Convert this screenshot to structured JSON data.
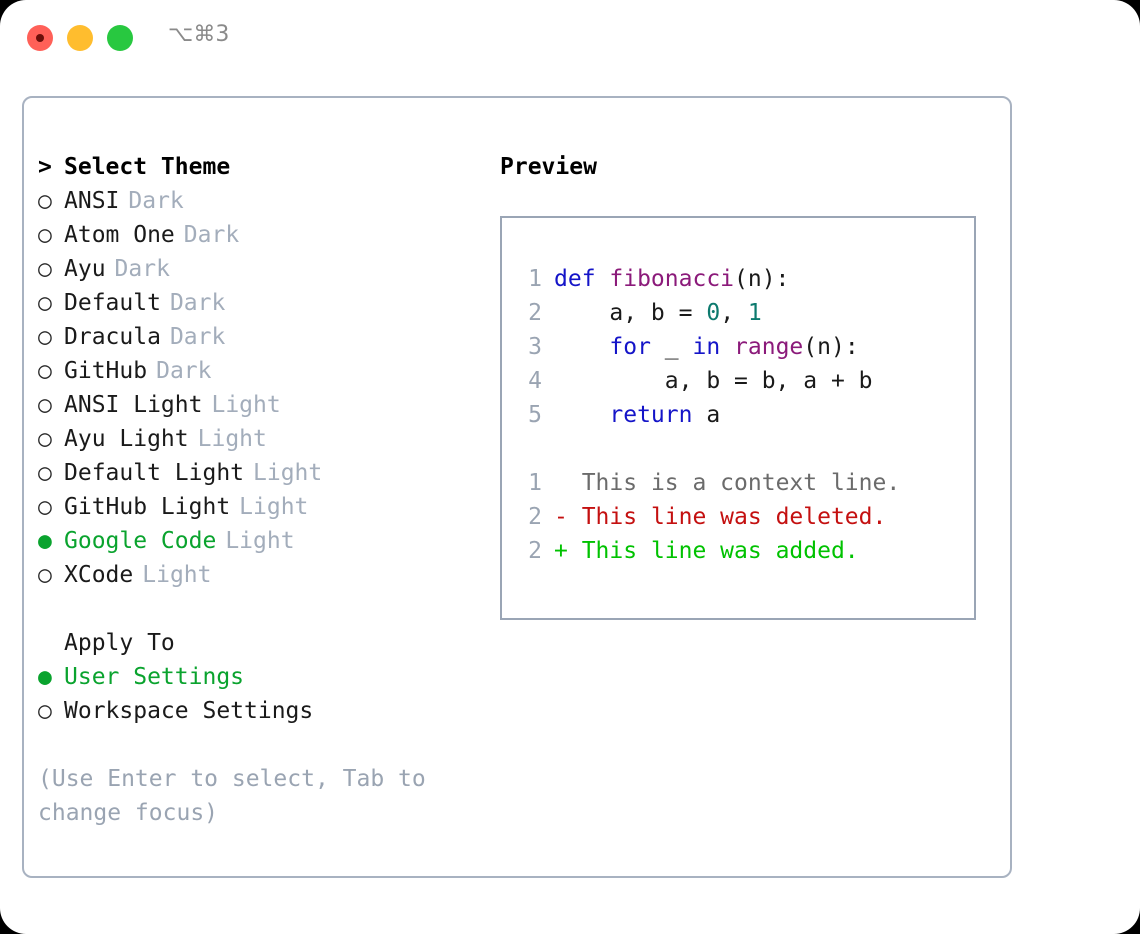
{
  "window": {
    "shortcut": "⌥⌘3",
    "traffic_lights": [
      "close-red",
      "minimize-yellow",
      "maximize-green"
    ],
    "recording_indicator": true
  },
  "colors": {
    "accent_green": "#0aa32e",
    "muted": "#a3adbb",
    "hint": "#9aa4b2",
    "panel_border": "#a8b2c1",
    "code_border": "#9aa5b5",
    "keyword": "#1414c8",
    "function": "#8b1a7a",
    "number": "#0d7a6e",
    "diff_added": "#00c200",
    "diff_deleted": "#c41010",
    "diff_context": "#6b6b6b"
  },
  "theme_picker": {
    "caret": ">",
    "title": "Select Theme",
    "bullet_unselected": "○",
    "bullet_selected": "●",
    "items": [
      {
        "name": "ANSI",
        "variant": "Dark",
        "selected": false
      },
      {
        "name": "Atom One",
        "variant": "Dark",
        "selected": false
      },
      {
        "name": "Ayu",
        "variant": "Dark",
        "selected": false
      },
      {
        "name": "Default",
        "variant": "Dark",
        "selected": false
      },
      {
        "name": "Dracula",
        "variant": "Dark",
        "selected": false
      },
      {
        "name": "GitHub",
        "variant": "Dark",
        "selected": false
      },
      {
        "name": "ANSI Light",
        "variant": "Light",
        "selected": false
      },
      {
        "name": "Ayu Light",
        "variant": "Light",
        "selected": false
      },
      {
        "name": "Default Light",
        "variant": "Light",
        "selected": false
      },
      {
        "name": "GitHub Light",
        "variant": "Light",
        "selected": false
      },
      {
        "name": "Google Code",
        "variant": "Light",
        "selected": true
      },
      {
        "name": "XCode",
        "variant": "Light",
        "selected": false
      }
    ]
  },
  "apply_to": {
    "title": "Apply To",
    "items": [
      {
        "name": "User Settings",
        "selected": true
      },
      {
        "name": "Workspace Settings",
        "selected": false
      }
    ]
  },
  "hint": "(Use Enter to select, Tab to change focus)",
  "preview": {
    "title": "Preview",
    "code_lines": [
      {
        "number": "1",
        "tokens": [
          {
            "text": "def ",
            "kind": "kw"
          },
          {
            "text": "fibonacci",
            "kind": "fn"
          },
          {
            "text": "(n):",
            "kind": "pl"
          }
        ]
      },
      {
        "number": "2",
        "tokens": [
          {
            "text": "    a, b = ",
            "kind": "pl"
          },
          {
            "text": "0",
            "kind": "num"
          },
          {
            "text": ", ",
            "kind": "pl"
          },
          {
            "text": "1",
            "kind": "num"
          }
        ]
      },
      {
        "number": "3",
        "tokens": [
          {
            "text": "    for",
            "kind": "kw"
          },
          {
            "text": " _ ",
            "kind": "pl"
          },
          {
            "text": "in ",
            "kind": "kw"
          },
          {
            "text": "range",
            "kind": "fn"
          },
          {
            "text": "(n):",
            "kind": "pl"
          }
        ]
      },
      {
        "number": "4",
        "tokens": [
          {
            "text": "        a, b = b, a + b",
            "kind": "pl"
          }
        ]
      },
      {
        "number": "5",
        "tokens": [
          {
            "text": "    return",
            "kind": "kw"
          },
          {
            "text": " a",
            "kind": "pl"
          }
        ]
      }
    ],
    "diff_lines": [
      {
        "number": "1",
        "marker": " ",
        "text": " This is a context line.",
        "kind": "diff-ctx"
      },
      {
        "number": "2",
        "marker": "-",
        "text": " This line was deleted.",
        "kind": "diff-del"
      },
      {
        "number": "2",
        "marker": "+",
        "text": " This line was added.",
        "kind": "diff-add"
      }
    ]
  }
}
